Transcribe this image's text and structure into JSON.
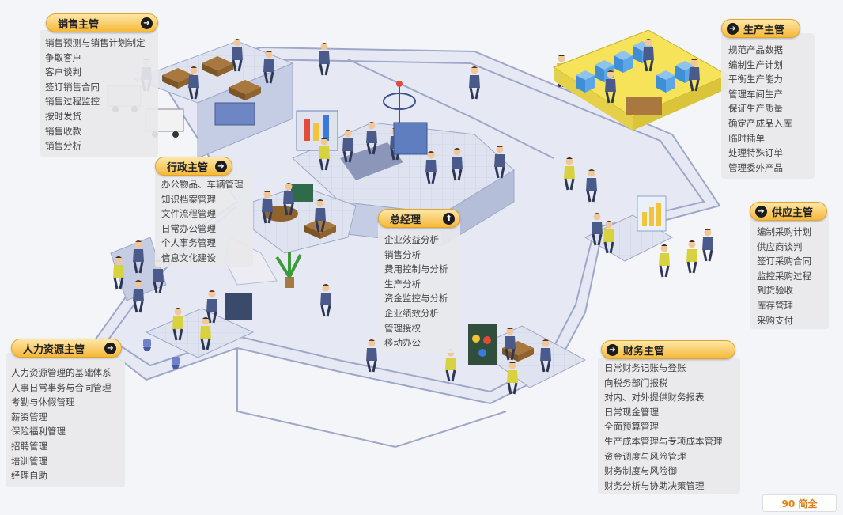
{
  "panels": {
    "sales": {
      "title": "销售主管",
      "items": [
        "销售预测与销售计划制定",
        "争取客户",
        "客户谈判",
        "签订销售合同",
        "销售过程监控",
        "按时发货",
        "销售收款",
        "销售分析"
      ]
    },
    "production": {
      "title": "生产主管",
      "items": [
        "规范产品数据",
        "编制生产计划",
        "平衡生产能力",
        "管理车间生产",
        "保证生产质量",
        "确定产成品入库",
        "临时插单",
        "处理特殊订单",
        "管理委外产品"
      ]
    },
    "admin": {
      "title": "行政主管",
      "items": [
        "办公物品、车辆管理",
        "知识档案管理",
        "文件流程管理",
        "日常办公管理",
        "个人事务管理",
        "信息文化建设"
      ]
    },
    "supply": {
      "title": "供应主管",
      "items": [
        "编制采购计划",
        "供应商谈判",
        "签订采购合同",
        "监控采购过程",
        "到货验收",
        "库存管理",
        "采购支付"
      ]
    },
    "gm": {
      "title": "总经理",
      "items": [
        "企业效益分析",
        "销售分析",
        "费用控制与分析",
        "生产分析",
        "资金监控与分析",
        "企业绩效分析",
        "管理授权",
        "移动办公"
      ]
    },
    "hr": {
      "title": "人力资源主管",
      "items": [
        "人力资源管理的基础体系",
        "人事日常事务与合同管理",
        "考勤与休假管理",
        "薪资管理",
        "保险福利管理",
        "招聘管理",
        "培训管理",
        "经理自助"
      ]
    },
    "finance": {
      "title": "财务主管",
      "items": [
        "日常财务记账与登账",
        "向税务部门报税",
        "对内、对外提供财务报表",
        "日常现金管理",
        "全面预算管理",
        "生产成本管理与专项成本管理",
        "资金调度与风险管理",
        "财务制度与风险御",
        "财务分析与协助决策管理"
      ]
    }
  },
  "logo": {
    "text": "90 简全"
  },
  "colors": {
    "header": "#f5b83a",
    "floor_yellow": "#f7e35a",
    "wall": "#c5cde4",
    "suit": "#4a5a8a",
    "accent": "#2b63b5"
  }
}
